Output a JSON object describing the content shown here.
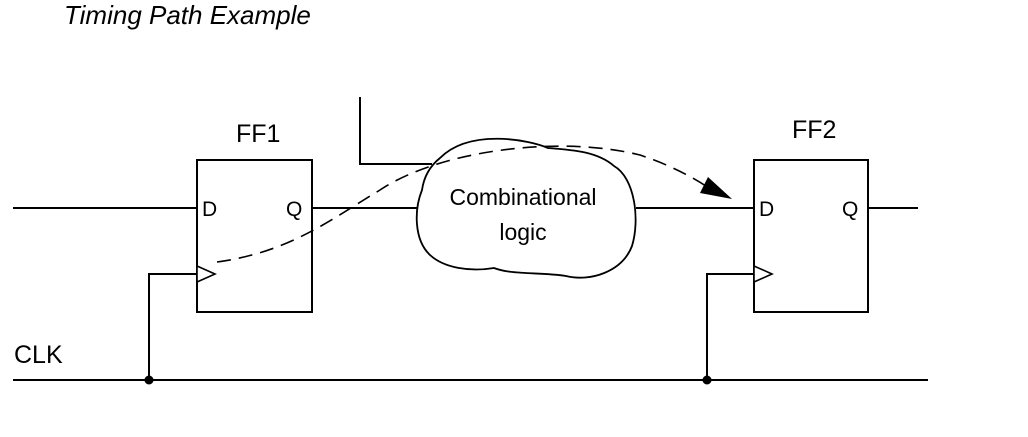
{
  "title": "Timing Path Example",
  "ff1": {
    "name": "FF1",
    "d_label": "D",
    "q_label": "Q"
  },
  "ff2": {
    "name": "FF2",
    "d_label": "D",
    "q_label": "Q"
  },
  "combinational": {
    "line1": "Combinational",
    "line2": "logic"
  },
  "clock": {
    "label": "CLK"
  },
  "colors": {
    "stroke": "#000000",
    "background": "#ffffff"
  }
}
